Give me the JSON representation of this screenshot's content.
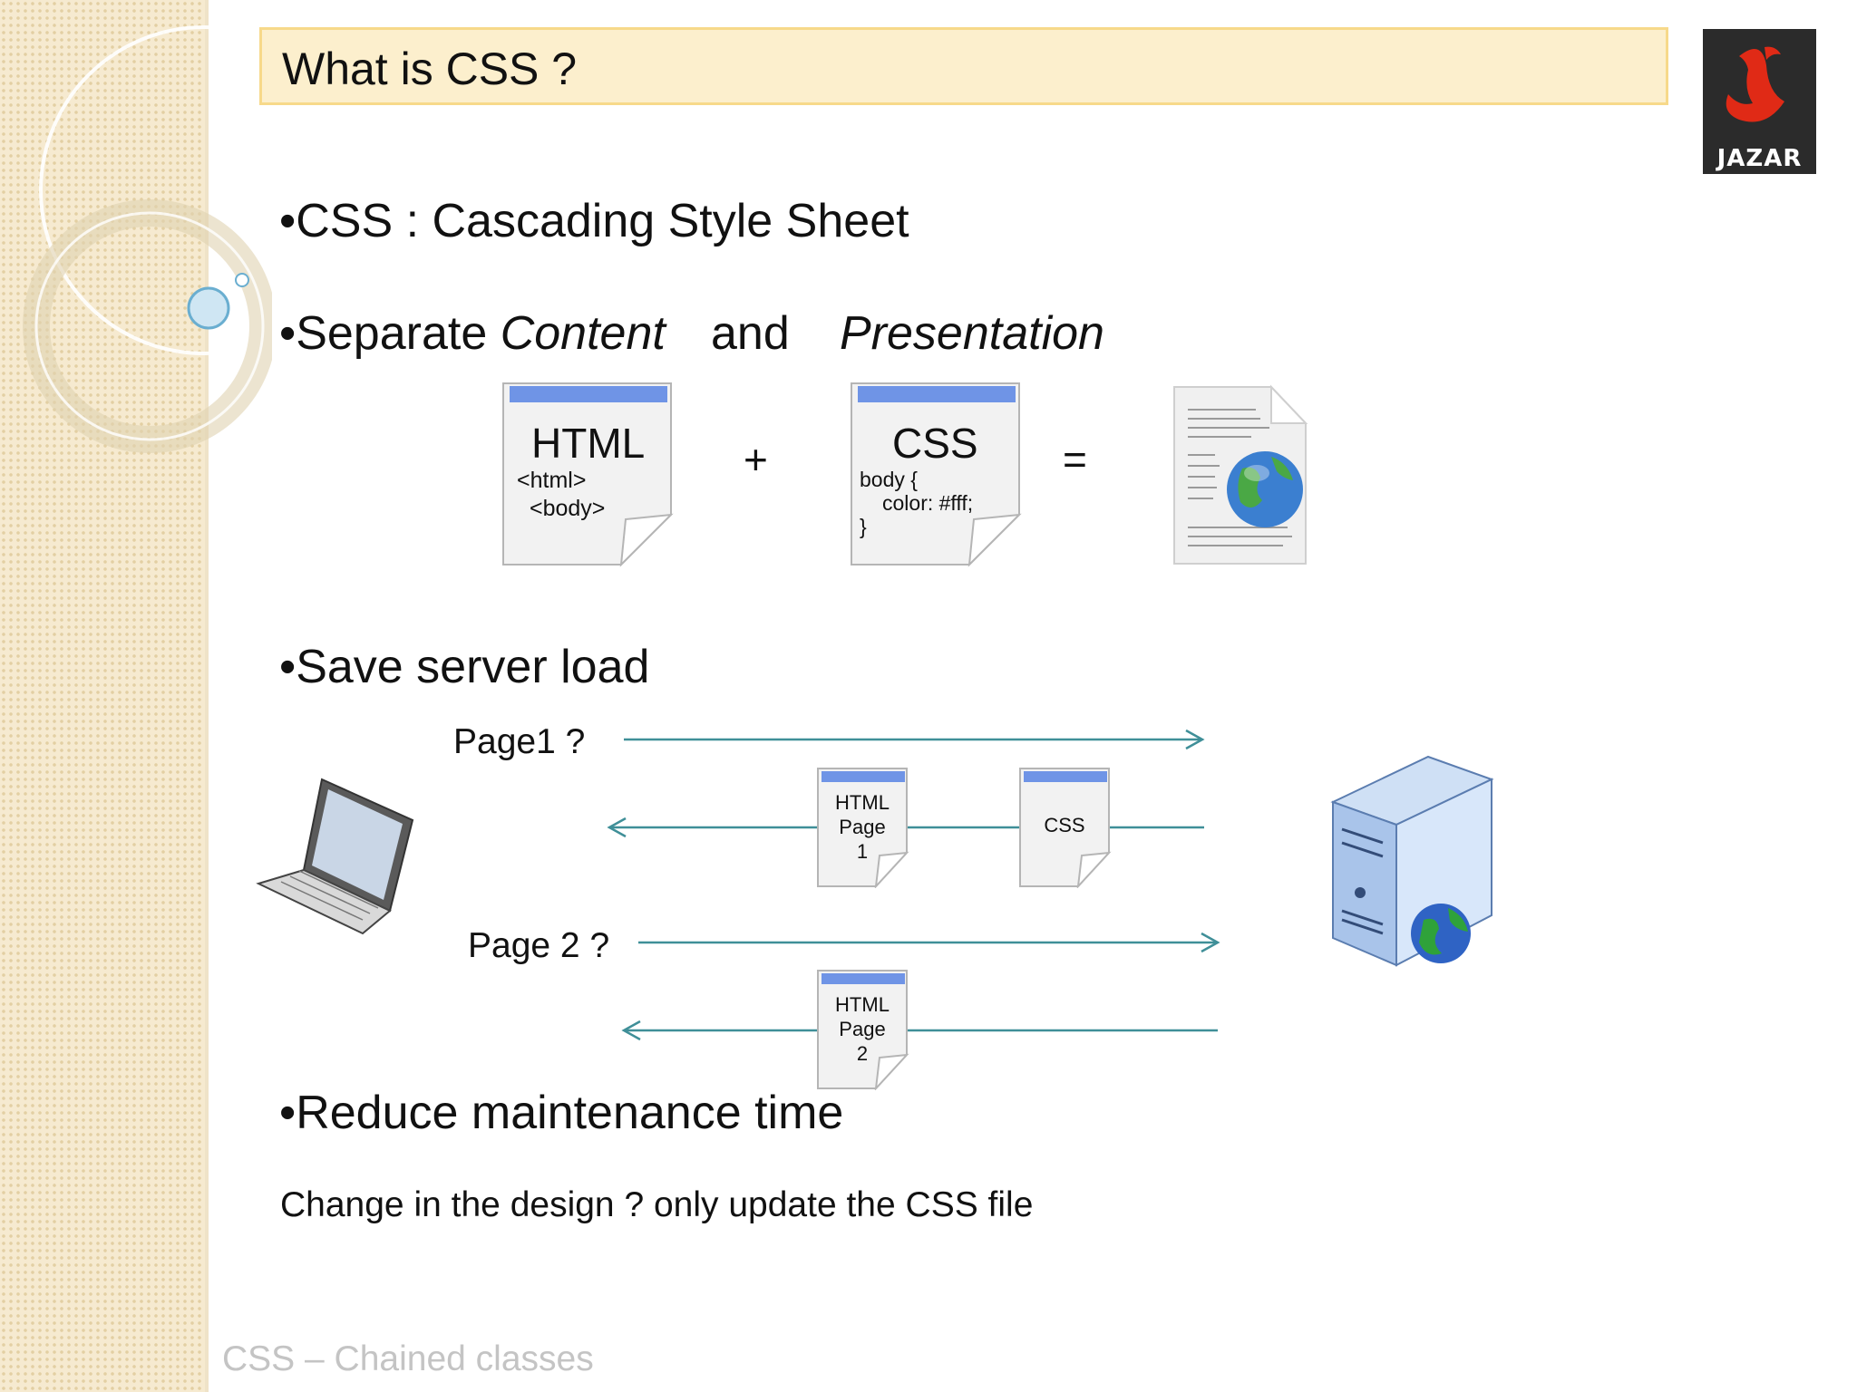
{
  "slide": {
    "title": "What is CSS ?",
    "bullets": {
      "b1": "•CSS : Cascading Style Sheet",
      "b2_prefix": "•Separate ",
      "b2_content": "Content",
      "b2_and": "and",
      "b2_presentation": "Presentation",
      "b3": "•Save server load",
      "b4": "•Reduce maintenance time"
    },
    "equation": {
      "html_doc_title": "HTML",
      "html_line1": "<html>",
      "html_line2": "<body>",
      "plus": "+",
      "css_doc_title": "CSS",
      "css_line1": "body {",
      "css_line2": "color: #fff;",
      "css_line3": "}",
      "equals": "="
    },
    "server_flow": {
      "page1_label": "Page1 ?",
      "page2_label": "Page 2 ?",
      "html_page1": [
        "HTML",
        "Page",
        "1"
      ],
      "css_doc": "CSS",
      "html_page2": [
        "HTML",
        "Page",
        "2"
      ]
    },
    "maintenance_note": "Change in the design ? only update the CSS file",
    "footer": "CSS – Chained classes",
    "logo_text": "JAZAR"
  },
  "colors": {
    "arrow": "#3f8f98",
    "title_bg": "#fcefcd",
    "title_border": "#f7d98a",
    "footer": "#c4c4c4",
    "logo_red": "#e02a16"
  },
  "icons": [
    "laptop-icon",
    "server-icon",
    "web-page-icon",
    "globe-icon"
  ]
}
